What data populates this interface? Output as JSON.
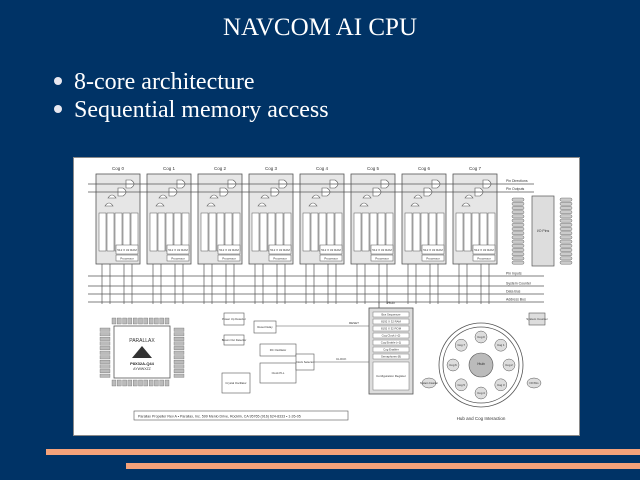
{
  "slide": {
    "title": "NAVCOM AI CPU",
    "bullets": [
      "8-core architecture",
      "Sequential memory access"
    ],
    "accent_color": "#f4a27a",
    "background_color": "#003366"
  },
  "diagram": {
    "cogs": [
      "Cog 0",
      "Cog 1",
      "Cog 2",
      "Cog 3",
      "Cog 4",
      "Cog 5",
      "Cog 6",
      "Cog 7"
    ],
    "cog_blocks": [
      "Counter A + PLL",
      "Counter B + PLL",
      "Video Generator",
      "I/O Output Register",
      "I/O Direction Register"
    ],
    "cog_ram": "512 X 32 RAM",
    "cog_processor": "Processor",
    "bus_labels": [
      "Pin Directions",
      "Pin Outputs",
      "Pin Inputs",
      "System Counter",
      "Data Bus",
      "Address Bus"
    ],
    "io_pins": "I/O Pins",
    "hub_title": "Hub",
    "hub_blocks": [
      "Bus Sequencer",
      "8192 X 32 RAM",
      "8192 X 32 ROM",
      "Cog Clock (+2)",
      "Cog Enable (+1)",
      "Cog Enabler",
      "Semaphores (8)"
    ],
    "config_register": "Configuration Register",
    "system_counter": "System Counter",
    "clock_label": "CLOCK",
    "reset_label": "RESET",
    "left_blocks": [
      "Power Up Detector",
      "Brown Out Detector",
      "Reset Delay",
      "RC Oscillator",
      "Clock PLL",
      "Crystal Oscillator",
      "Clock Selector"
    ],
    "chip_brand": "PARALLAX",
    "chip_part": "P8X32A-Q44",
    "chip_code": "AYWWXZZ",
    "hub_cog_caption": "Hub and Cog Interaction",
    "ring_hub": "Hub",
    "ring_cogs": [
      "Cog 0",
      "Cog 1",
      "Cog 2",
      "Cog 3",
      "Cog 4",
      "Cog 5",
      "Cog 6",
      "Cog 7"
    ],
    "ring_extras": [
      "System Counter",
      "I/O Pins"
    ],
    "footer": "Parallax Propeller  Rev A  • Parallax, Inc.  599 Menlo Drive, Rocklin, CA 95765  (916) 624-8333 • 1-26-05"
  }
}
